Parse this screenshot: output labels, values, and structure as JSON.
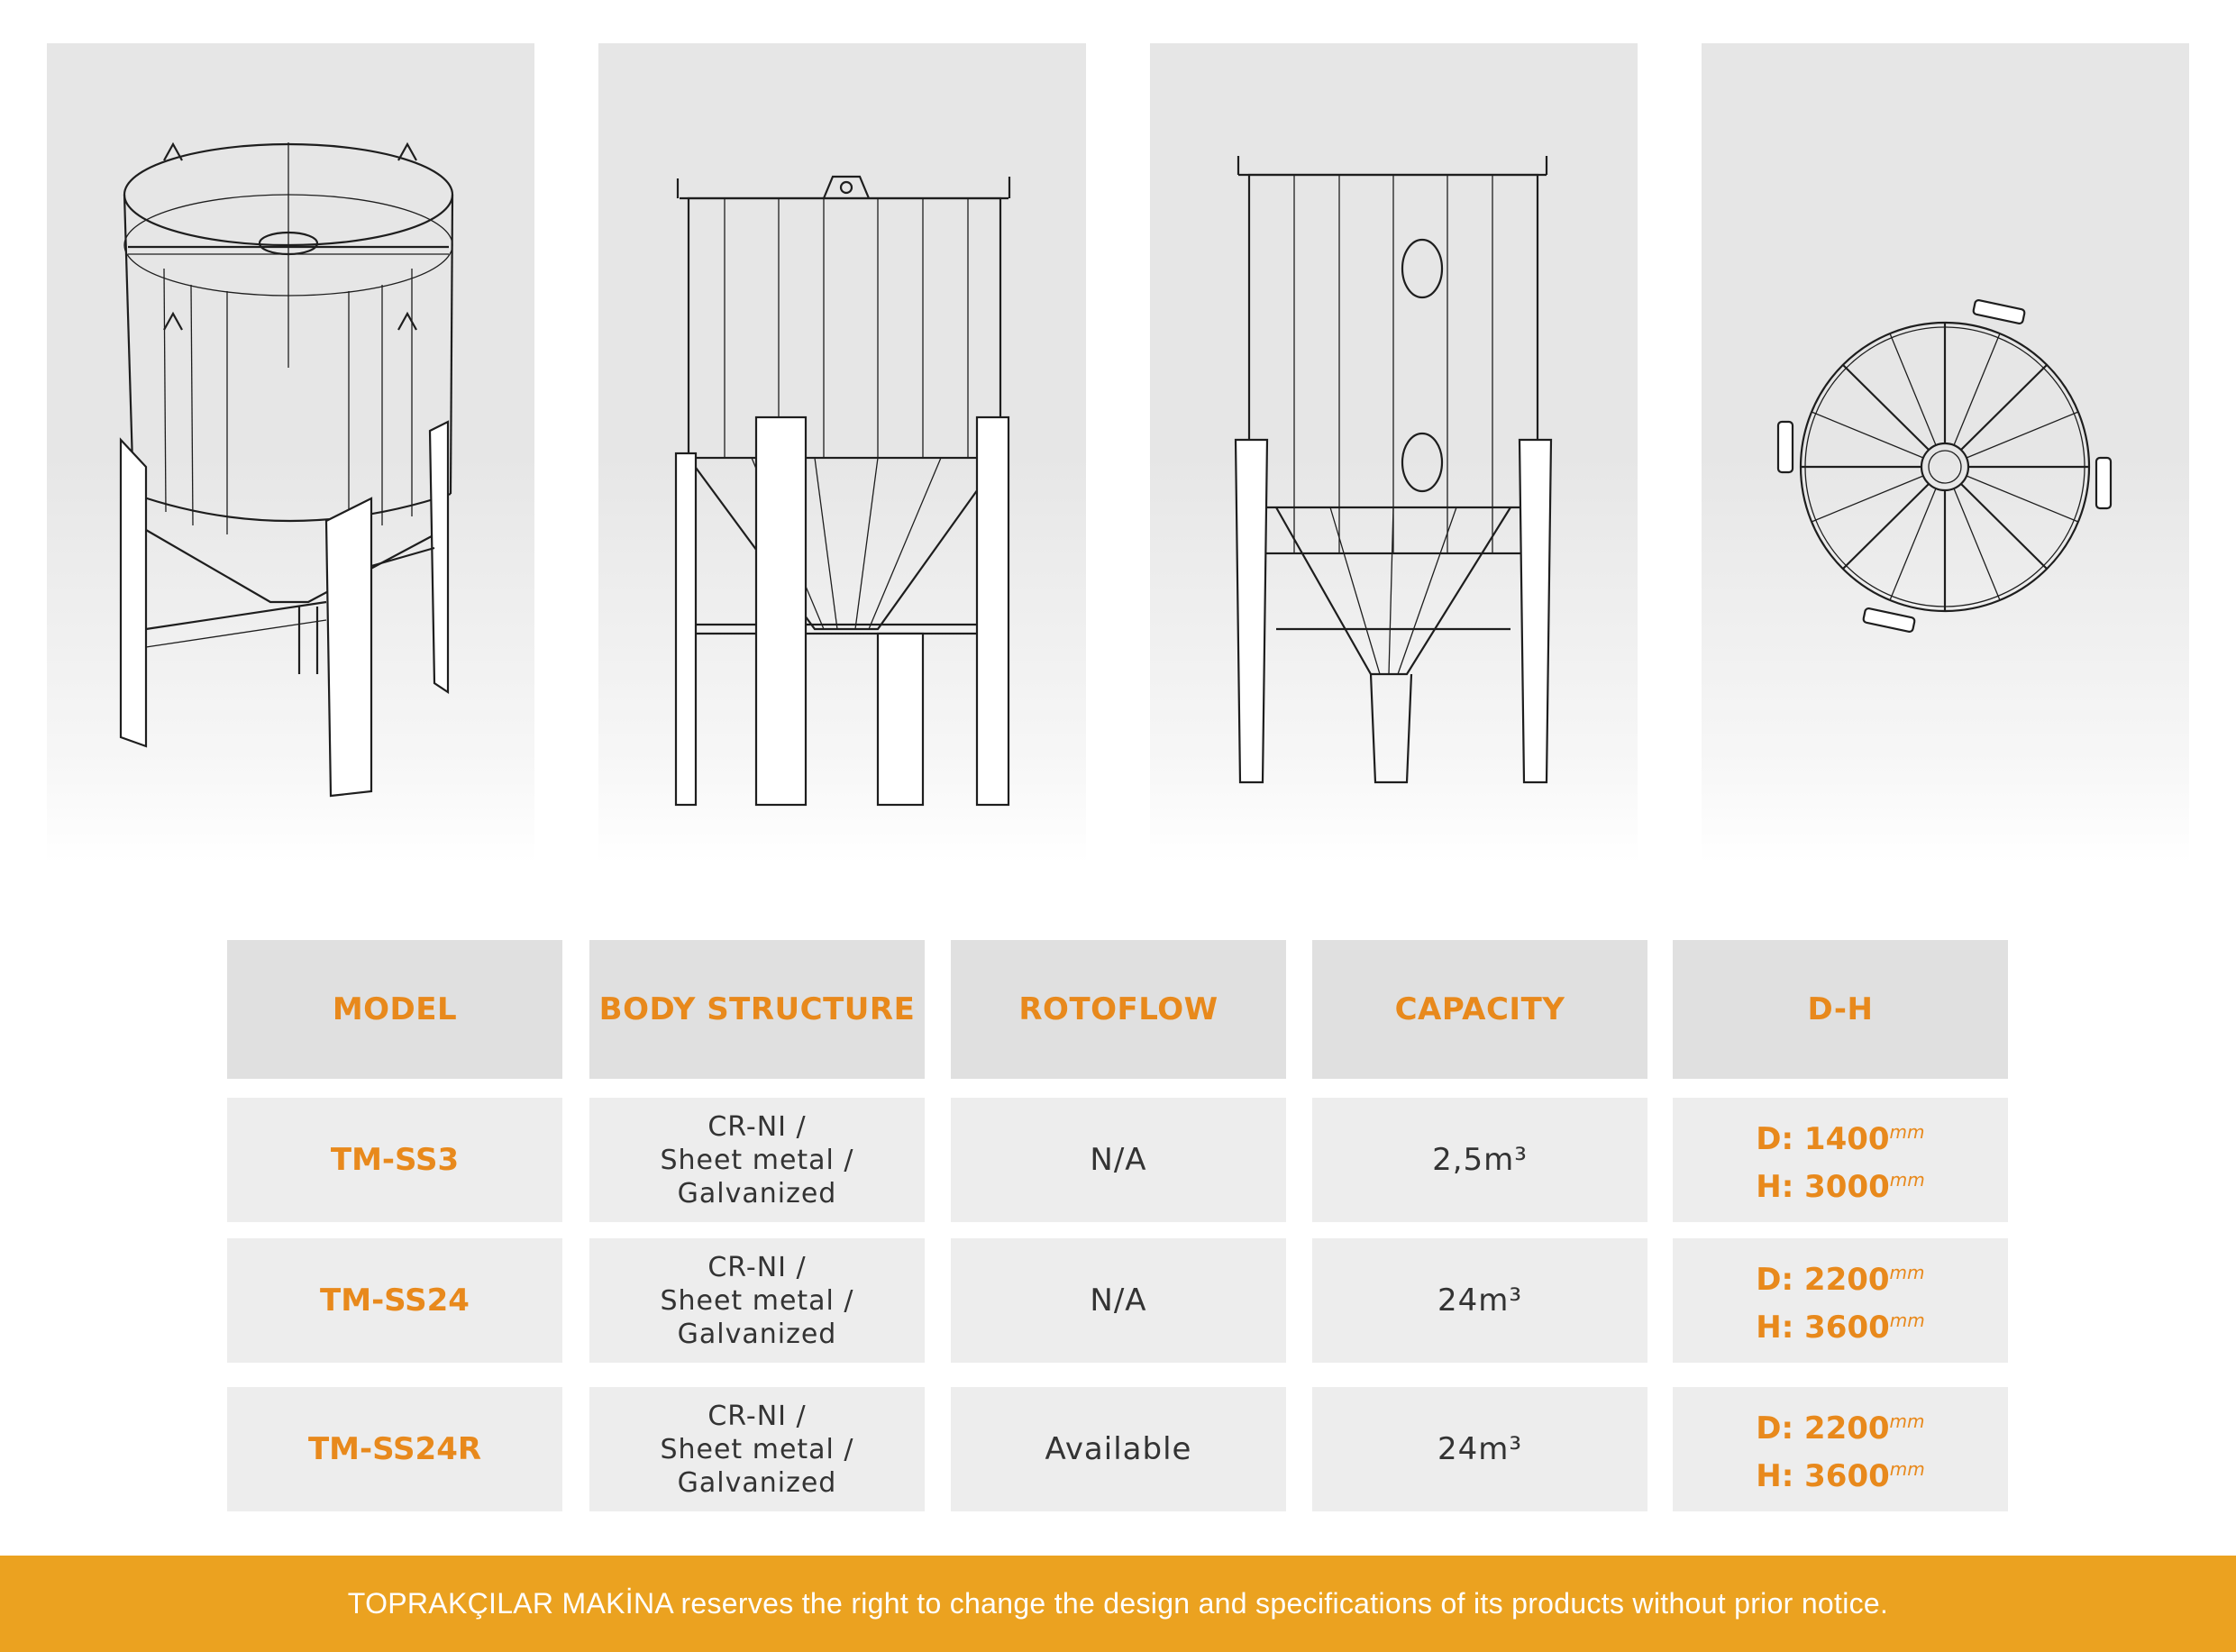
{
  "illustrations": [
    {
      "name": "silo-perspective-drawing"
    },
    {
      "name": "silo-side-drawing"
    },
    {
      "name": "silo-front-drawing"
    },
    {
      "name": "silo-top-drawing"
    }
  ],
  "table": {
    "headers": [
      "MODEL",
      "BODY STRUCTURE",
      "ROTOFLOW",
      "CAPACITY",
      "D-H"
    ],
    "rows": [
      {
        "model": "TM-SS3",
        "body": [
          "CR-NI /",
          "Sheet metal /",
          "Galvanized"
        ],
        "rotoflow": "N/A",
        "capacity": "2,5m³",
        "d": "D: 1400",
        "h": "H: 3000",
        "unit": "mm"
      },
      {
        "model": "TM-SS24",
        "body": [
          "CR-NI /",
          "Sheet metal /",
          "Galvanized"
        ],
        "rotoflow": "N/A",
        "capacity": "24m³",
        "d": "D: 2200",
        "h": "H: 3600",
        "unit": "mm"
      },
      {
        "model": "TM-SS24R",
        "body": [
          "CR-NI /",
          "Sheet metal /",
          "Galvanized"
        ],
        "rotoflow": "Available",
        "capacity": "24m³",
        "d": "D: 2200",
        "h": "H: 3600",
        "unit": "mm"
      }
    ]
  },
  "footer": {
    "text": "TOPRAKÇILAR MAKİNA reserves the right to change the design and specifications of its products without prior notice."
  },
  "colors": {
    "accent": "#e8891c",
    "footer_bg": "#eba220",
    "cell_bg": "#ededed",
    "header_bg": "#e0e0e0"
  }
}
